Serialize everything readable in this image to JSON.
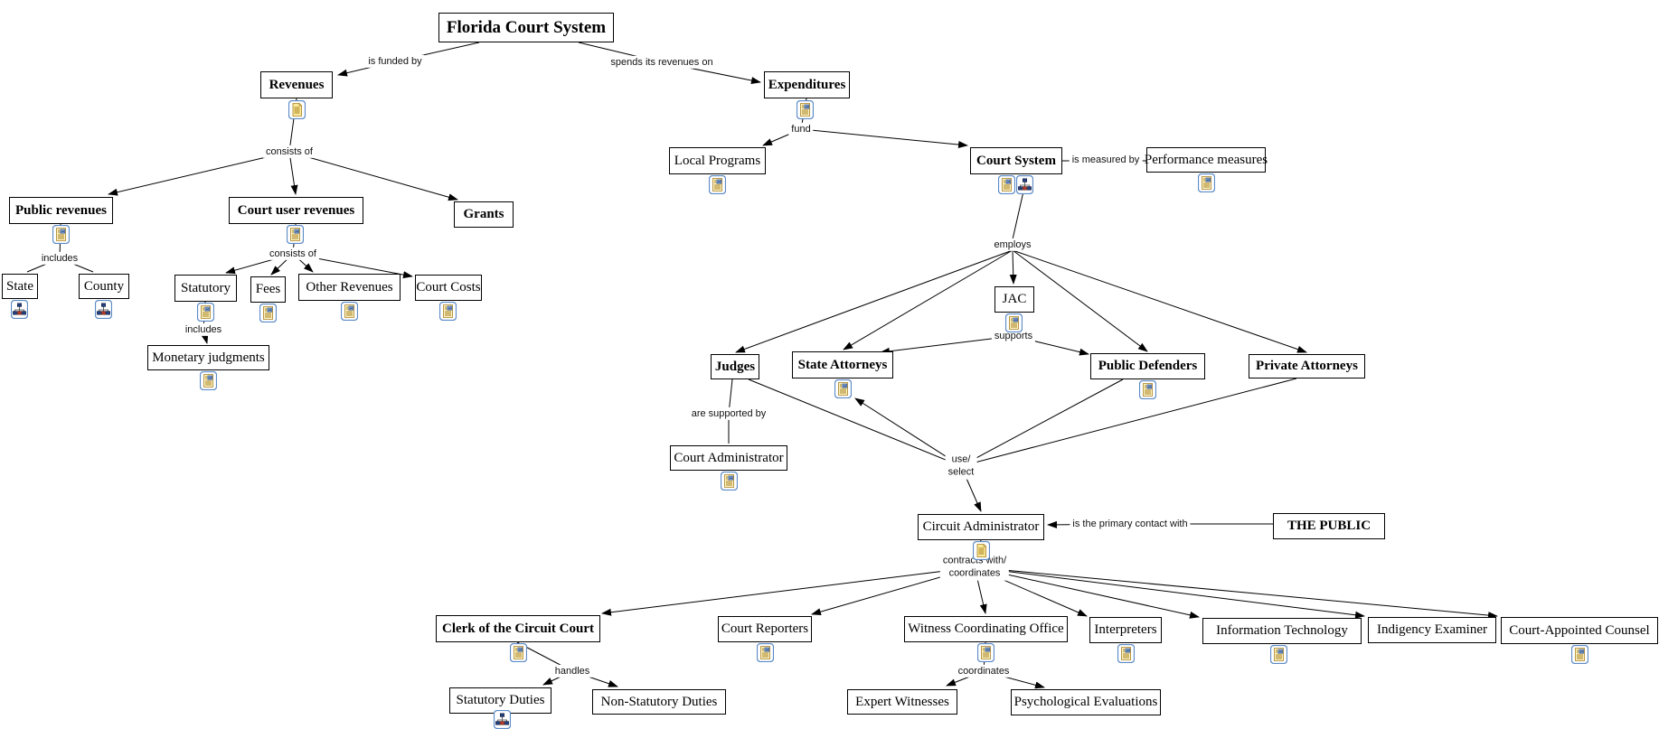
{
  "diagram_title": "Florida Court System",
  "nodes": {
    "florida_court_system": {
      "label": "Florida Court System"
    },
    "revenues": {
      "label": "Revenues"
    },
    "expenditures": {
      "label": "Expenditures"
    },
    "public_revenues": {
      "label": "Public revenues"
    },
    "court_user_revenues": {
      "label": "Court user revenues"
    },
    "grants": {
      "label": "Grants"
    },
    "state": {
      "label": "State"
    },
    "county": {
      "label": "County"
    },
    "statutory": {
      "label": "Statutory"
    },
    "fees": {
      "label": "Fees"
    },
    "other_revenues": {
      "label": "Other Revenues"
    },
    "court_costs": {
      "label": "Court Costs"
    },
    "monetary_judgments": {
      "label": "Monetary judgments"
    },
    "local_programs": {
      "label": "Local Programs"
    },
    "court_system": {
      "label": "Court System"
    },
    "performance_measures": {
      "label": "Performance measures"
    },
    "jac": {
      "label": "JAC"
    },
    "judges": {
      "label": "Judges"
    },
    "state_attorneys": {
      "label": "State Attorneys"
    },
    "public_defenders": {
      "label": "Public Defenders"
    },
    "private_attorneys": {
      "label": "Private Attorneys"
    },
    "court_administrator": {
      "label": "Court Administrator"
    },
    "circuit_administrator": {
      "label": "Circuit Administrator"
    },
    "the_public": {
      "label": "THE PUBLIC"
    },
    "clerk_of_the_circuit_court": {
      "label": "Clerk of the Circuit Court"
    },
    "court_reporters": {
      "label": "Court Reporters"
    },
    "witness_coordinating_office": {
      "label": "Witness Coordinating Office"
    },
    "interpreters": {
      "label": "Interpreters"
    },
    "information_technology": {
      "label": "Information Technology"
    },
    "indigency_examiner": {
      "label": "Indigency Examiner"
    },
    "court_appointed_counsel": {
      "label": "Court-Appointed Counsel"
    },
    "statutory_duties": {
      "label": "Statutory Duties"
    },
    "non_statutory_duties": {
      "label": "Non-Statutory Duties"
    },
    "expert_witnesses": {
      "label": "Expert Witnesses"
    },
    "psychological_evaluations": {
      "label": "Psychological Evaluations"
    }
  },
  "links": {
    "is_funded_by": "is funded by",
    "spends_its_revenues_on": "spends its revenues on",
    "consists_of_1": "consists of",
    "includes_1": "includes",
    "consists_of_2": "consists of",
    "includes_2": "includes",
    "fund": "fund",
    "is_measured_by": "is measured by",
    "employs": "employs",
    "supports": "supports",
    "are_supported_by": "are supported by",
    "use_select": "use/\nselect",
    "is_primary_contact": "is the primary contact with",
    "contracts_coordinates": "contracts with/\ncoordinates",
    "handles": "handles",
    "coordinates": "coordinates"
  },
  "icons": {
    "document": "document-resource-icon",
    "image_document": "image-resource-icon",
    "tree": "concept-map-resource-icon"
  },
  "colors": {
    "background": "#ffffff",
    "box_border": "#000000",
    "text": "#000000",
    "line": "#000000",
    "icon_border": "#5b8ac6",
    "icon_page": "#f9e99a",
    "icon_page_lines": "#a97f1f",
    "icon_photo": "#7d9fd3",
    "icon_tree_square": "#24407e"
  },
  "edges": [
    {
      "from": "Florida Court System",
      "label": "is funded by",
      "to": [
        "Revenues"
      ]
    },
    {
      "from": "Florida Court System",
      "label": "spends its revenues on",
      "to": [
        "Expenditures"
      ]
    },
    {
      "from": "Revenues",
      "label": "consists of",
      "to": [
        "Public revenues",
        "Court user revenues",
        "Grants"
      ]
    },
    {
      "from": "Public revenues",
      "label": "includes",
      "to": [
        "State",
        "County"
      ]
    },
    {
      "from": "Court user revenues",
      "label": "consists of",
      "to": [
        "Statutory",
        "Fees",
        "Other Revenues",
        "Court Costs"
      ]
    },
    {
      "from": "Statutory",
      "label": "includes",
      "to": [
        "Monetary judgments"
      ]
    },
    {
      "from": "Expenditures",
      "label": "fund",
      "to": [
        "Local Programs",
        "Court System"
      ]
    },
    {
      "from": "Court System",
      "label": "is measured by",
      "to": [
        "Performance measures"
      ]
    },
    {
      "from": "Court System",
      "label": "employs",
      "to": [
        "Judges",
        "State Attorneys",
        "JAC",
        "Public Defenders",
        "Private Attorneys"
      ]
    },
    {
      "from": "JAC",
      "label": "supports",
      "to": [
        "State Attorneys",
        "Public Defenders"
      ]
    },
    {
      "from": "Judges",
      "label": "are supported by",
      "to": [
        "Court Administrator"
      ]
    },
    {
      "from": "Judges / Public Defenders / Private Attorneys",
      "label": "use/select",
      "to": [
        "State Attorneys",
        "Circuit Administrator"
      ]
    },
    {
      "from": "THE PUBLIC",
      "label": "is the primary contact with",
      "to": [
        "Circuit Administrator"
      ]
    },
    {
      "from": "Circuit Administrator",
      "label": "contracts with/coordinates",
      "to": [
        "Clerk of the Circuit Court",
        "Court Reporters",
        "Witness Coordinating Office",
        "Interpreters",
        "Information Technology",
        "Indigency Examiner",
        "Court-Appointed Counsel"
      ]
    },
    {
      "from": "Clerk of the Circuit Court",
      "label": "handles",
      "to": [
        "Statutory Duties",
        "Non-Statutory Duties"
      ]
    },
    {
      "from": "Witness Coordinating Office",
      "label": "coordinates",
      "to": [
        "Expert Witnesses",
        "Psychological Evaluations"
      ]
    }
  ]
}
